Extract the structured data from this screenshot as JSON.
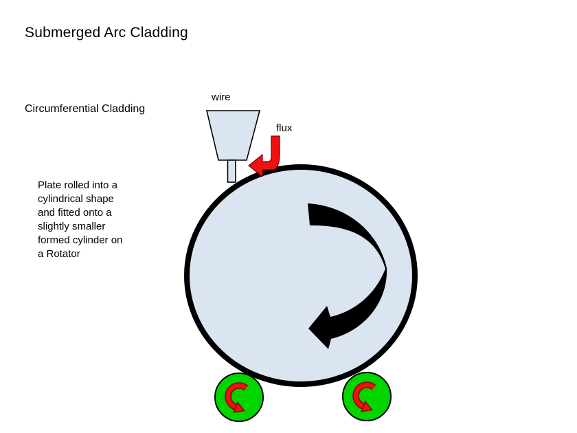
{
  "title": "Submerged Arc Cladding",
  "subtitle": "Circumferential Cladding",
  "labels": {
    "wire": "wire",
    "flux": "flux"
  },
  "note": "Plate rolled into a\ncylindrical shape\nand fitted onto a\nslightly smaller\nformed cylinder on\na Rotator",
  "icons": {
    "flux_arrow": "curved-red-arrow-pointing-left",
    "rotation_arrow": "large-black-clockwise-rotation-arrow",
    "roller_arrow": "red-counterclockwise-rotation-arrow"
  },
  "colors": {
    "plate_fill": "#dbe5f1",
    "outline": "#000000",
    "roller_green": "#00d500",
    "arrow_red": "#ee1111",
    "arrow_red_outline": "#8b0000",
    "rotation_arrow_black": "#000000"
  }
}
